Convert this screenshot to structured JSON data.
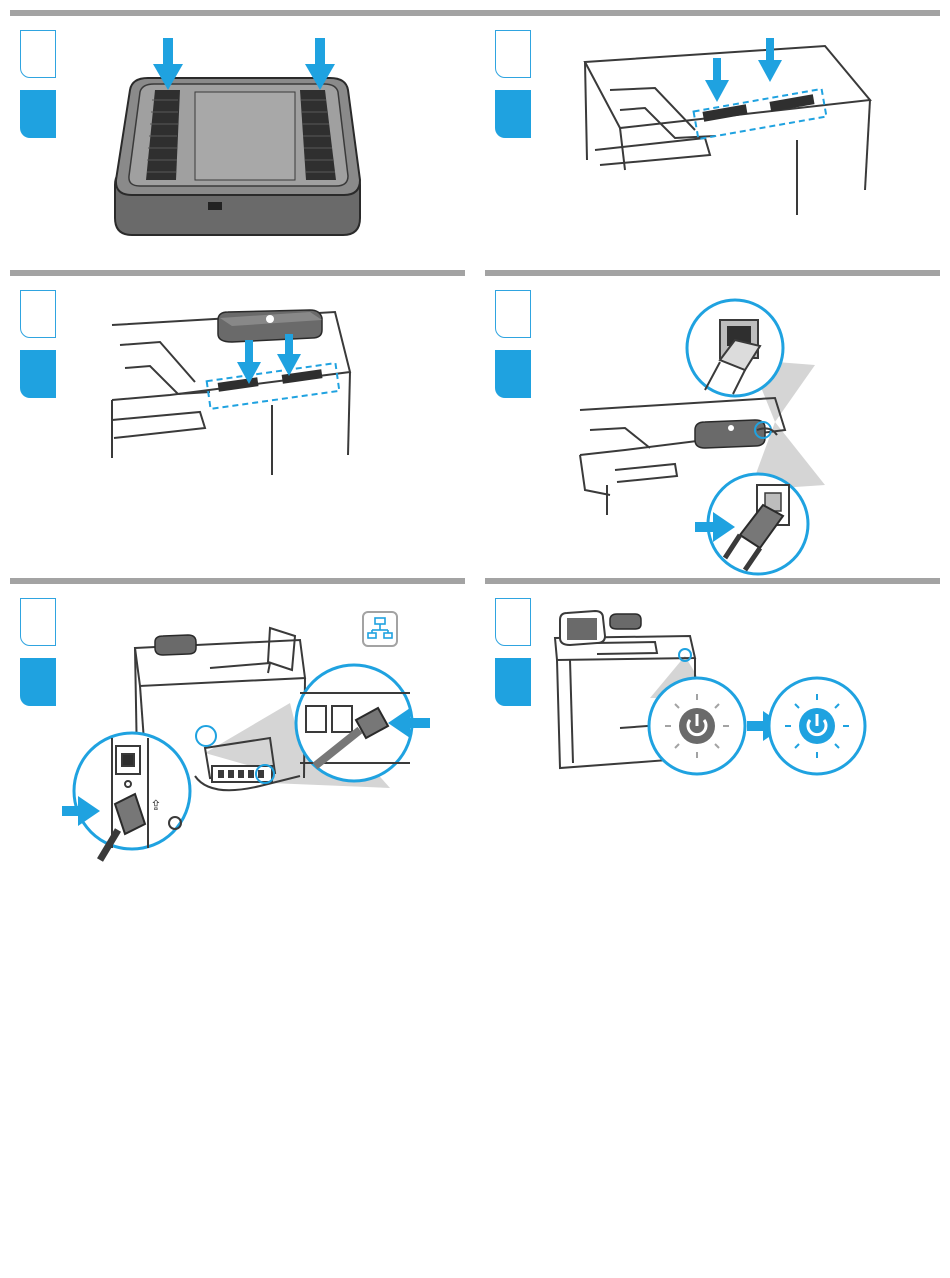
{
  "steps": [
    {
      "id": "step-1",
      "subject": "hub-with-adhesive-pads"
    },
    {
      "id": "step-2",
      "subject": "adhesive-on-printer-top"
    },
    {
      "id": "step-3",
      "subject": "place-hub-on-printer"
    },
    {
      "id": "step-4",
      "subject": "connect-usb-cable-to-printer"
    },
    {
      "id": "step-5",
      "subject": "connect-network-and-usb-cables"
    },
    {
      "id": "step-6",
      "subject": "press-power-button"
    }
  ],
  "icons": {
    "down_arrow": "down-arrow-icon",
    "right_arrow": "right-arrow-icon",
    "left_arrow": "left-arrow-icon",
    "network": "network-icon",
    "power": "power-icon",
    "usb": "usb-icon"
  },
  "colors": {
    "accent_blue": "#1fa2e0",
    "divider_gray": "#a3a3a3",
    "line_dark": "#3a3a3a",
    "hub_gray": "#6a6a6a",
    "zoom_gray": "#d5d5d5"
  }
}
